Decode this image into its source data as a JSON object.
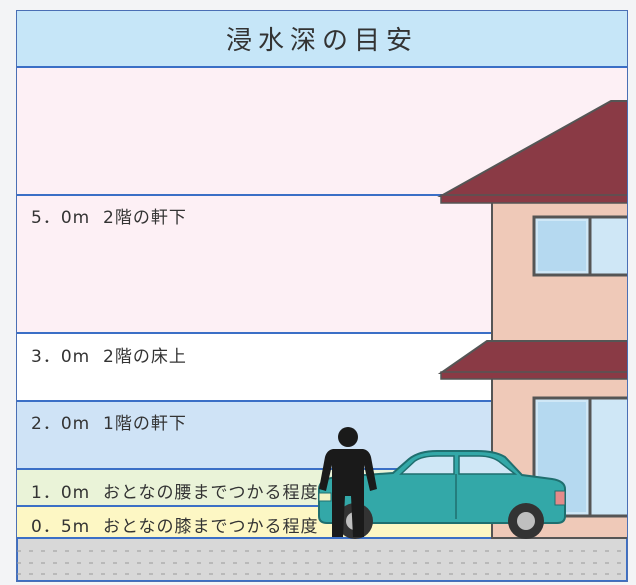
{
  "title": "浸水深の目安",
  "levels": [
    {
      "depth": "5．0m",
      "description": "2階の軒下",
      "color": "#fdf0f5"
    },
    {
      "depth": "3．0m",
      "description": "2階の床上",
      "color": "#ffffff"
    },
    {
      "depth": "2．0m",
      "description": "1階の軒下",
      "color": "#cfe3f6"
    },
    {
      "depth": "1．0m",
      "description": "おとなの腰までつかる程度",
      "color": "#eaf3d8"
    },
    {
      "depth": "0．5m",
      "description": "おとなの膝までつかる程度",
      "color": "#fdf7c4"
    }
  ],
  "colors": {
    "border": "#3b6fc6",
    "roof": "#8a3a45",
    "wall": "#efc9b8",
    "car": "#33a8a8",
    "person": "#1a1a1a",
    "ground": "#d8d8d8"
  }
}
